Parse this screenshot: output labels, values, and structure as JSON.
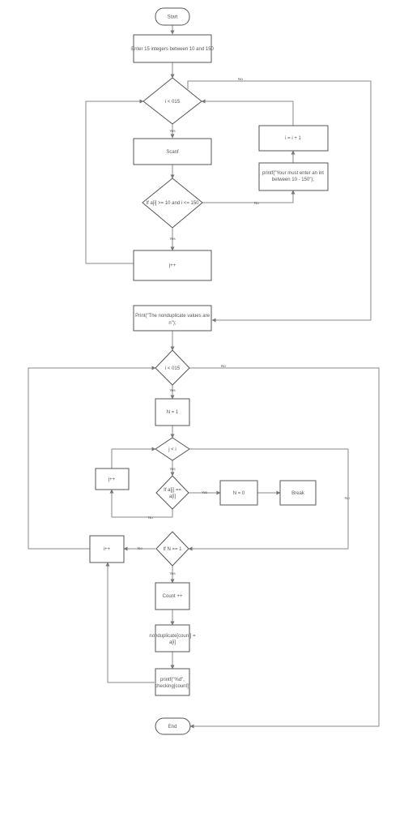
{
  "nodes": {
    "start": "Start",
    "enter": "Enter 15 integers between 10 and 150",
    "loop1": "i < 015",
    "scanf": "Scanf",
    "range_check": "If a[i] >= 10 and i <= 150",
    "i_plus": "i = i + 1",
    "printf_error_1": "printf(\"Your must enter an int",
    "printf_error_2": "between 10 - 150\");",
    "j_inc": "j++",
    "print_header_1": "Print(\"The nonduplicate values are",
    "print_header_2": "n\");",
    "loop2": "i < 015",
    "n_init": "N = 1",
    "loop3": "j < i",
    "j_inc_2": "j++",
    "dup_check_1": "If a[j] ==",
    "dup_check_2": "a[i]",
    "n_zero": "N = 0",
    "break": "Break",
    "n_check": "If N == 1",
    "i_inc": "i++",
    "count": "Count ++",
    "assign_1": "nonduplicate[count] =",
    "assign_2": "a[i]",
    "printf_out_1": "printf(\"%d\",",
    "printf_out_2": "checking[count])",
    "end": "End"
  },
  "edges": {
    "yes": "Yes",
    "no": "No"
  }
}
